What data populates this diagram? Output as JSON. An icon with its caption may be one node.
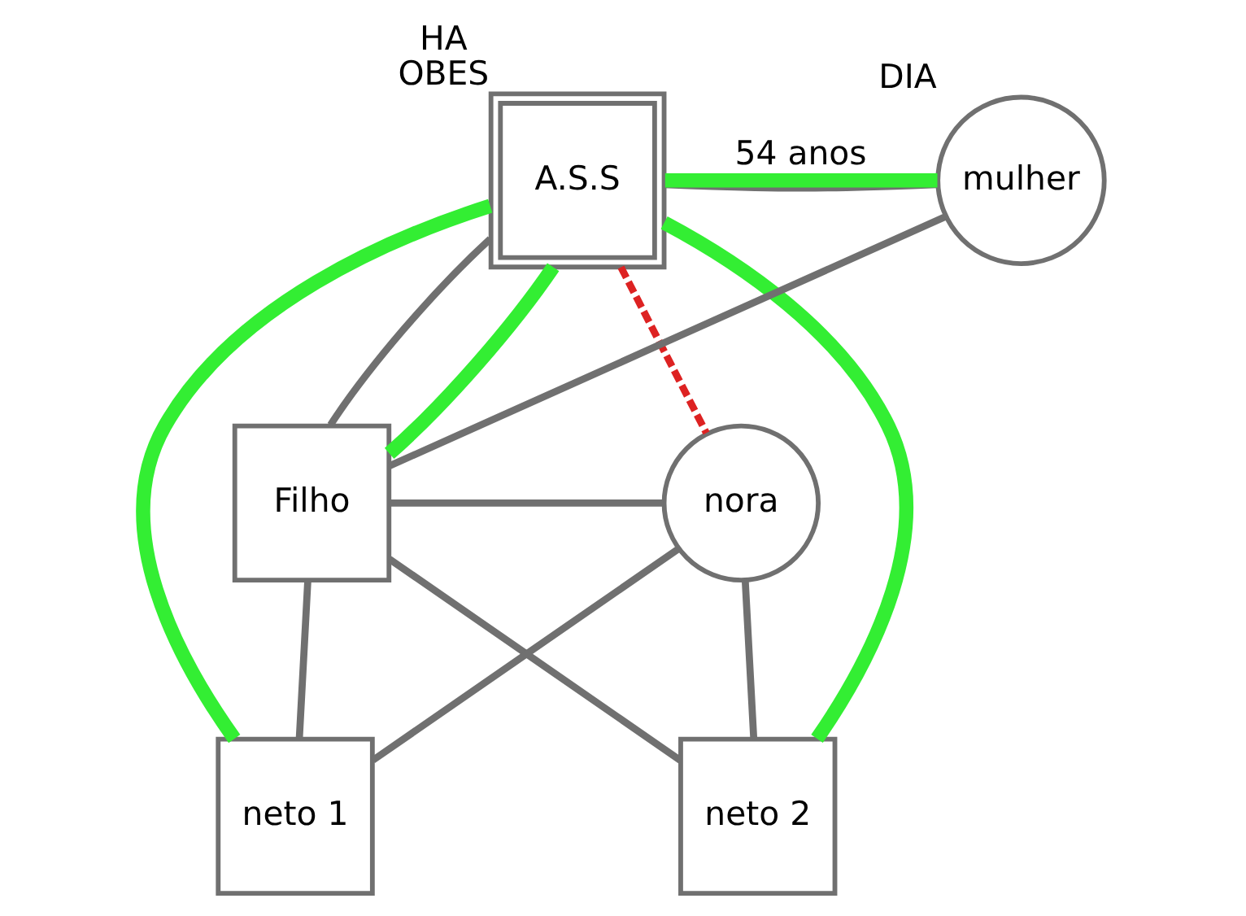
{
  "diagram": {
    "nodes": [
      {
        "text": [
          "A.S.S"
        ],
        "beside": [
          "HA",
          "OBES"
        ]
      },
      {
        "text": [
          "mulher"
        ],
        "beside": [
          "DIA"
        ]
      },
      {
        "text": [
          "Filho"
        ]
      },
      {
        "text": [
          "nora"
        ]
      },
      {
        "text": [
          "neto 1"
        ]
      },
      {
        "text": [
          "neto 2"
        ]
      }
    ],
    "edges": [
      {
        "from": 0,
        "to": 1,
        "arrow": "none"
      },
      {
        "from": 0,
        "to": 2,
        "arrow": "none"
      },
      {
        "from": 1,
        "to": 2,
        "arrow": "none"
      },
      {
        "from": 2,
        "to": 3,
        "arrow": "none"
      },
      {
        "from": 2,
        "to": 4,
        "arrow": "none"
      },
      {
        "from": 3,
        "to": 4,
        "arrow": "none"
      },
      {
        "from": 2,
        "to": 5,
        "arrow": "none"
      },
      {
        "from": 3,
        "to": 5,
        "arrow": "none"
      },
      {
        "from": 0,
        "to": 1,
        "arrow": "none",
        "label": "54 anos",
        "style": "thick",
        "color": "#33ee33"
      },
      {
        "from": 0,
        "to": 2,
        "arrow": "none",
        "style": "thick",
        "color": "#33ee33"
      },
      {
        "from": 0,
        "to": 4,
        "arrow": "none",
        "style": "thick",
        "color": "#33ee33"
      },
      {
        "from": 0,
        "to": 5,
        "arrow": "none",
        "style": "thick",
        "color": "#33ee33"
      },
      {
        "from": 0,
        "to": 3,
        "arrow": "none",
        "style": "dashed",
        "color": "#dd2222"
      }
    ]
  }
}
